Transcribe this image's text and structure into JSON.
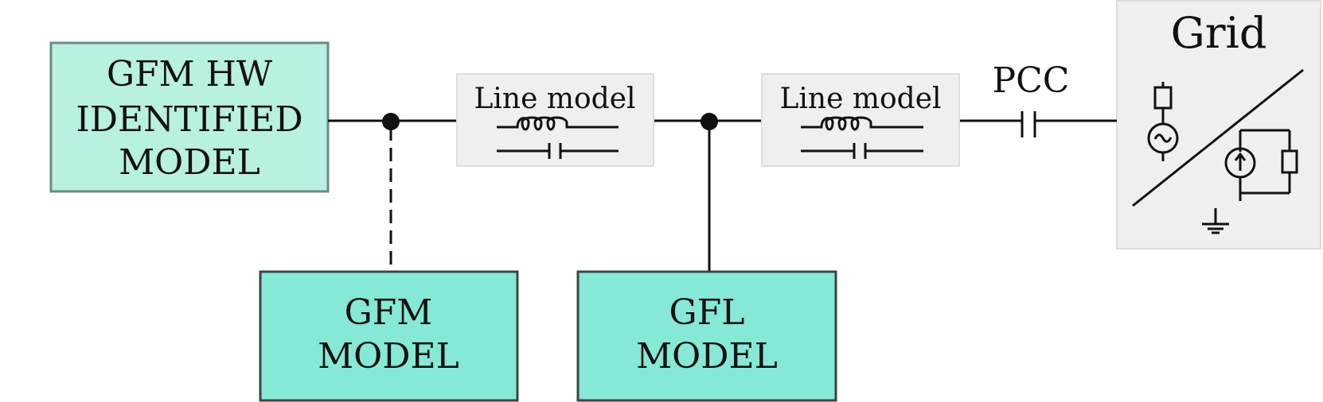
{
  "blocks": {
    "gfm_hw": {
      "line1": "GFM HW",
      "line2": "IDENTIFIED",
      "line3": "MODEL"
    },
    "gfm": {
      "line1": "GFM",
      "line2": "MODEL"
    },
    "gfl": {
      "line1": "GFL",
      "line2": "MODEL"
    }
  },
  "line_models": [
    {
      "label": "Line model"
    },
    {
      "label": "Line model"
    }
  ],
  "pcc": {
    "label": "PCC"
  },
  "grid": {
    "label": "Grid"
  },
  "colors": {
    "hw_fill": "#b8f0e2",
    "hw_stroke": "#6a8a84",
    "model_fill": "#86e9d5",
    "model_stroke": "#3a4644",
    "line_box_fill": "#efefef",
    "line_box_stroke": "#dddddd",
    "grid_fill": "#efefef",
    "wire": "#111111"
  },
  "icons": [
    "inductor-icon",
    "capacitor-icon",
    "voltage-source-icon",
    "current-source-icon",
    "resistor-icon",
    "ground-icon"
  ]
}
